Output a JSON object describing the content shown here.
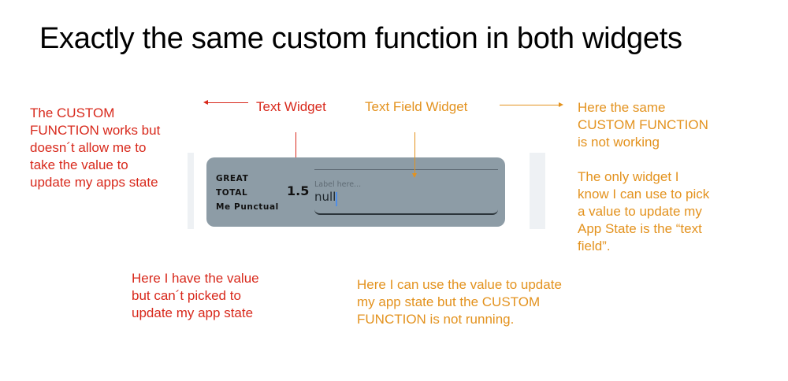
{
  "title": "Exactly the same custom function in both widgets",
  "labels": {
    "text_widget": "Text Widget",
    "text_field_widget": "Text Field Widget"
  },
  "notes": {
    "left_top": "The CUSTOM\nFUNCTION works but\ndoesn´t allow me to\ntake the value to\nupdate my apps state",
    "right_top": "Here the same\nCUSTOM FUNCTION\nis not working",
    "right_middle": "The only widget I\nknow I can use to pick\na value to update my\nApp State is the “text\nfield”.",
    "bottom_left": "Here I have the value\nbut can´t picked to\nupdate my app state",
    "bottom_right": "Here I can use the value to update\nmy app state but the CUSTOM\nFUNCTION is not running."
  },
  "widget": {
    "lines": [
      "GREAT",
      "TOTAL",
      "Me Punctual"
    ],
    "value": "1.5",
    "text_field": {
      "label": "Label here...",
      "value": "null"
    }
  },
  "colors": {
    "red_annotation": "#d8291c",
    "orange_annotation": "#e3921e",
    "widget_bg": "#8d9ca6"
  }
}
